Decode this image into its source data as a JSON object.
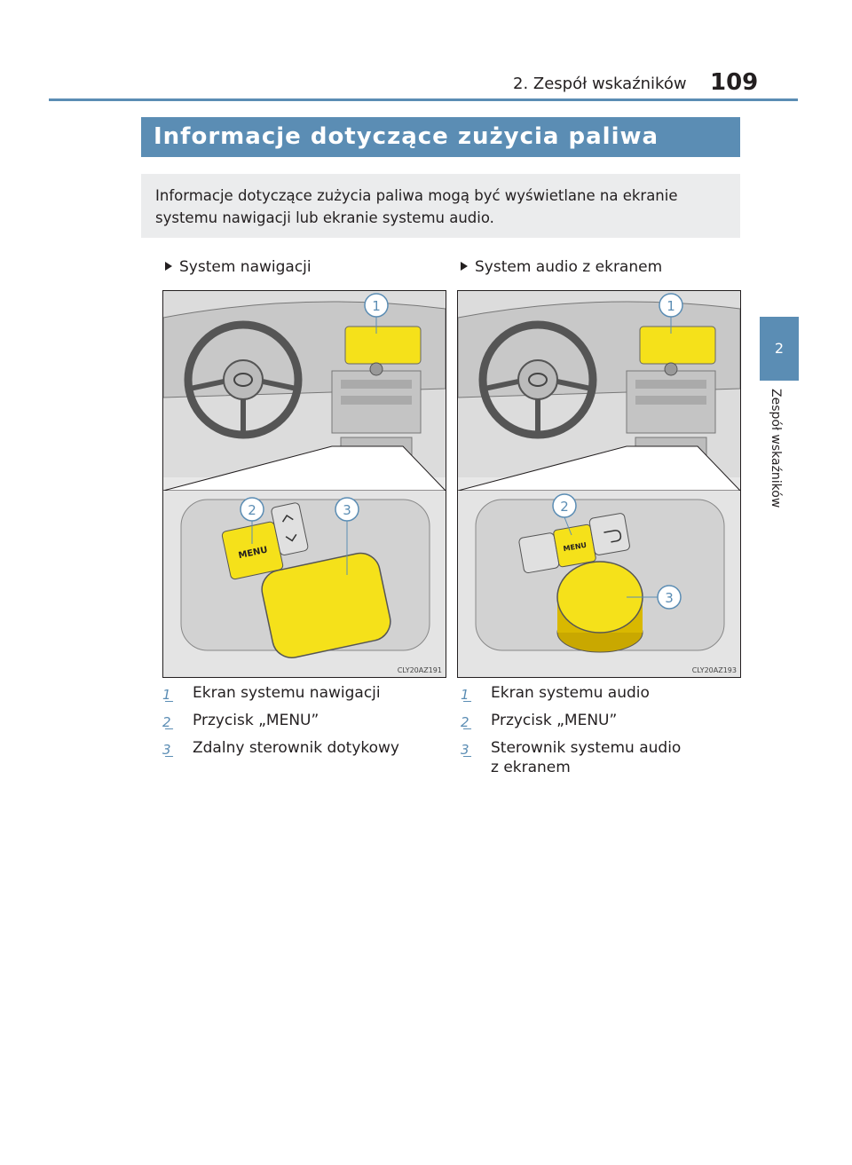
{
  "header": {
    "section_title": "2. Zespół wskaźników",
    "page_number": "109"
  },
  "side_tab": {
    "number": "2",
    "label": "Zespół wskaźników"
  },
  "title": "Informacje dotyczące zużycia paliwa",
  "intro": "Informacje dotyczące zużycia paliwa mogą być wyświetlane na ekranie systemu nawigacji lub ekranie systemu audio.",
  "left": {
    "subheading": "System nawigacji",
    "figure_code": "CLY20AZ191",
    "callouts": [
      "1",
      "2",
      "3"
    ],
    "button_label": "MENU",
    "items": [
      {
        "num": "1",
        "text": "Ekran systemu nawigacji"
      },
      {
        "num": "2",
        "text": "Przycisk „MENU”"
      },
      {
        "num": "3",
        "text": "Zdalny sterownik dotykowy"
      }
    ]
  },
  "right": {
    "subheading": "System audio z ekranem",
    "figure_code": "CLY20AZ193",
    "callouts": [
      "1",
      "2",
      "3"
    ],
    "button_label": "MENU",
    "items": [
      {
        "num": "1",
        "text": "Ekran systemu audio"
      },
      {
        "num": "2",
        "text": "Przycisk „MENU”"
      },
      {
        "num": "3",
        "text": "Sterownik systemu audio\nz ekranem"
      }
    ]
  },
  "colors": {
    "accent": "#5b8db4",
    "highlight": "#f5e11a",
    "intro_bg": "#ebeced"
  }
}
